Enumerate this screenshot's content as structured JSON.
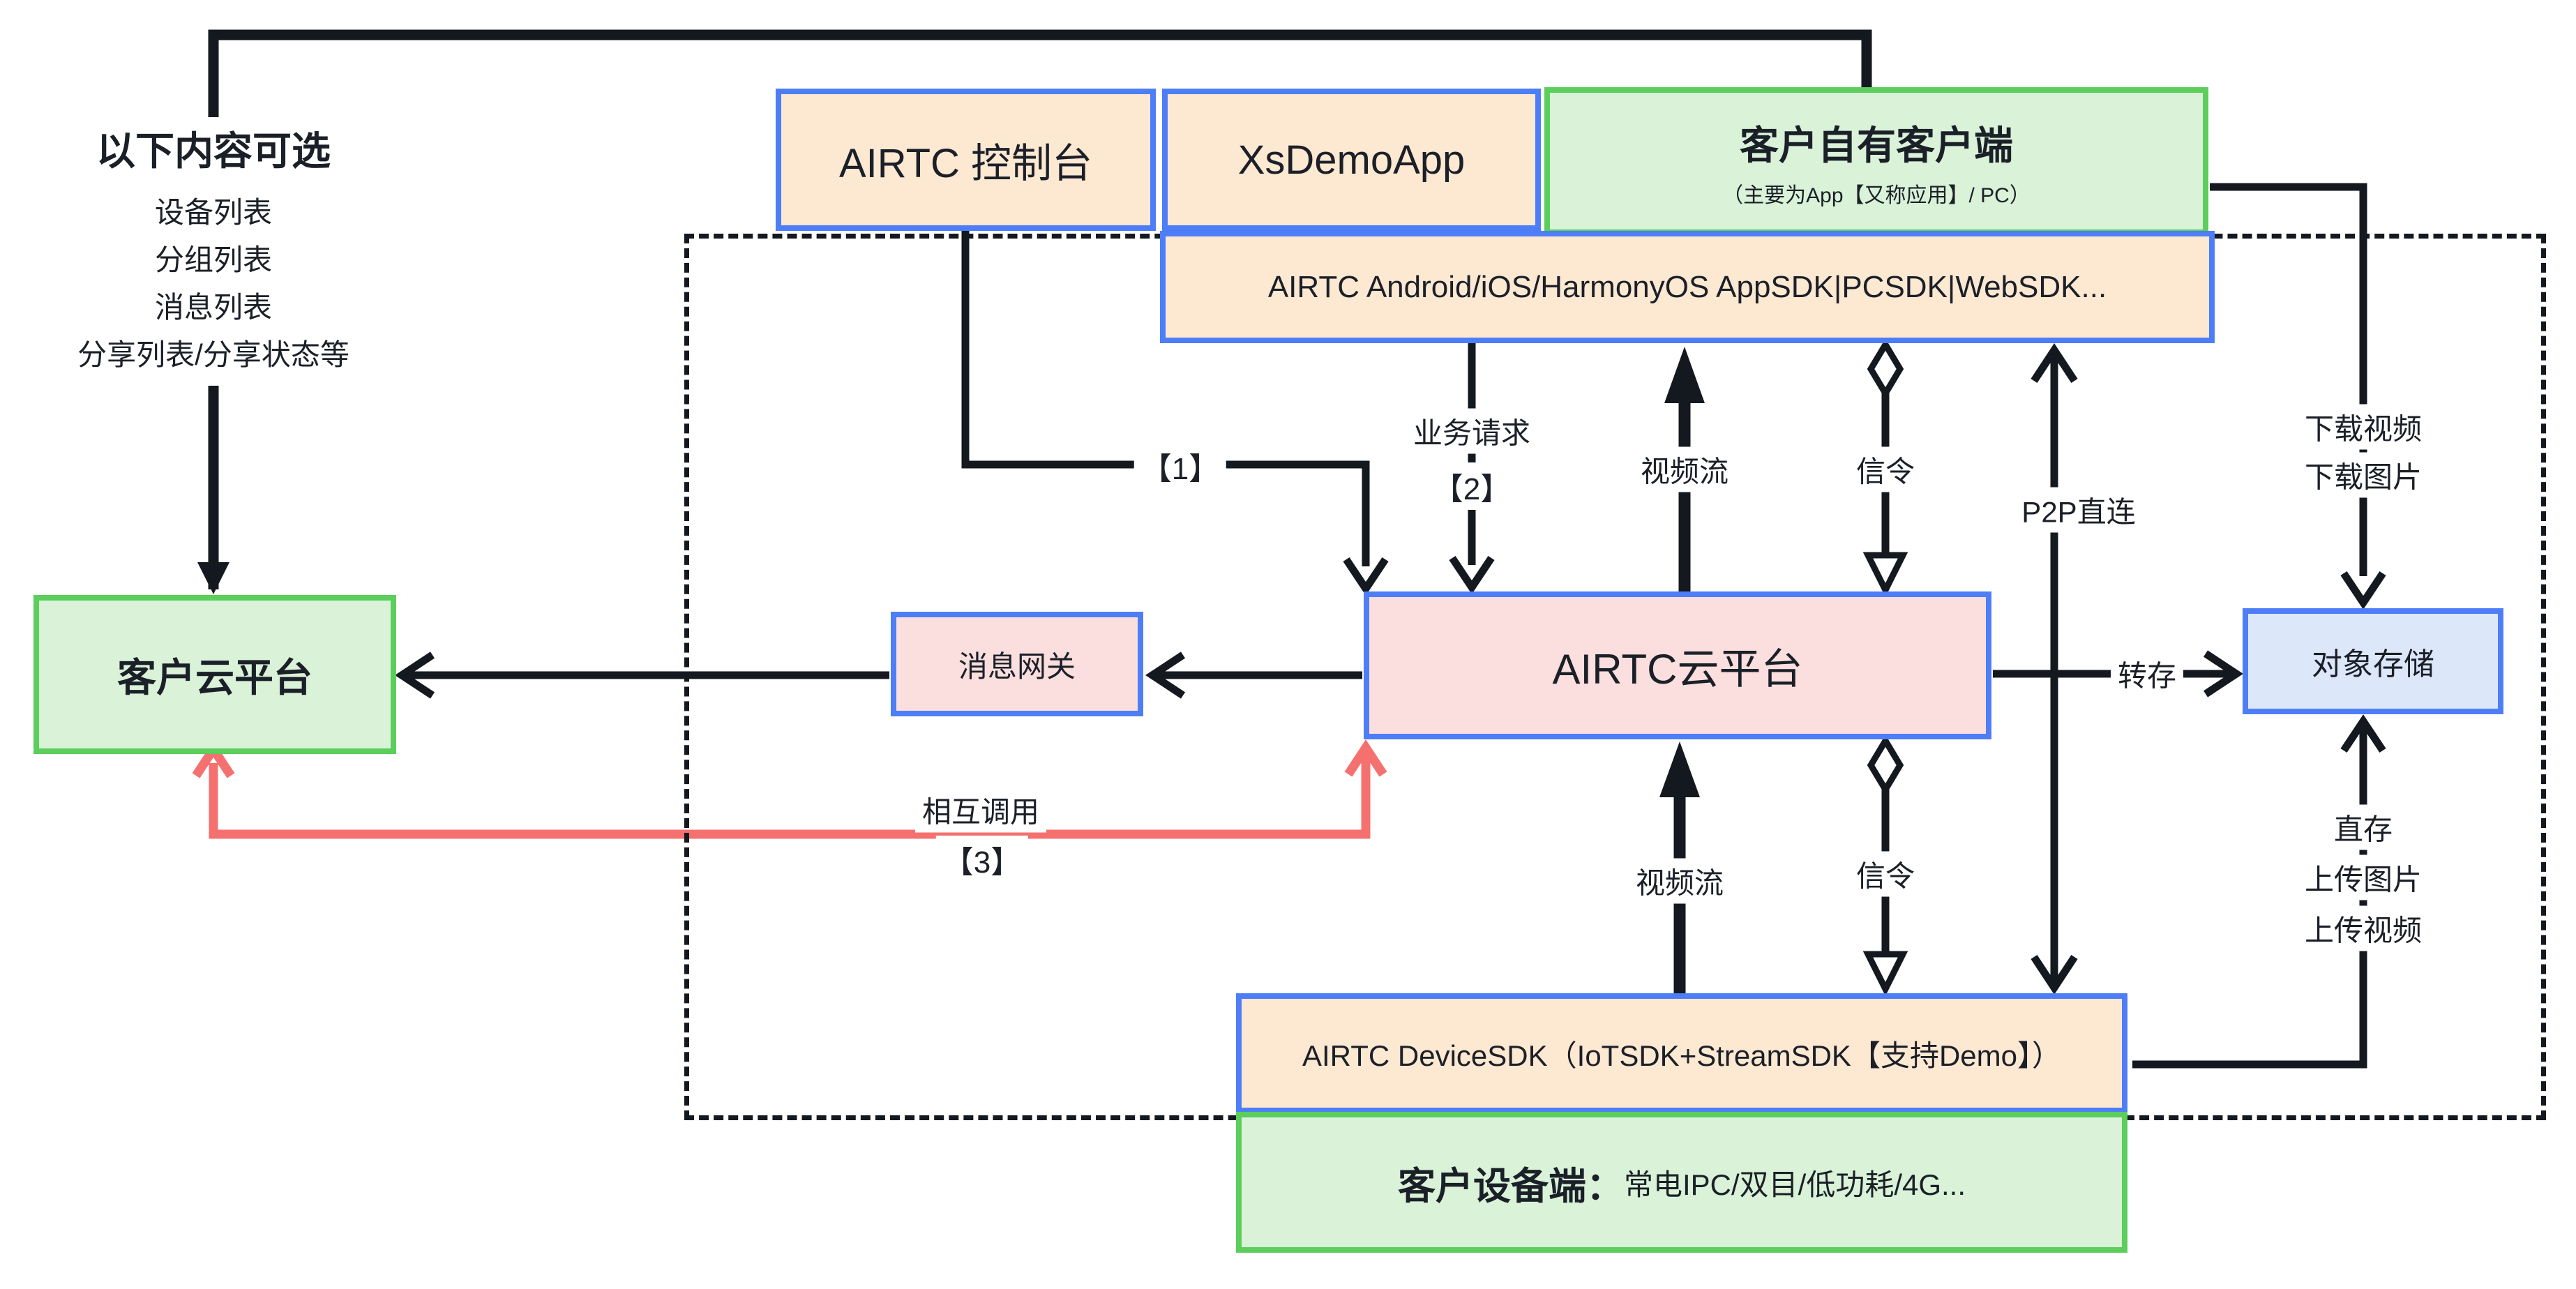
{
  "diagram": {
    "optional_panel": {
      "title": "以下内容可选",
      "items": [
        "设备列表",
        "分组列表",
        "消息列表",
        "分享列表/分享状态等"
      ]
    },
    "boxes": {
      "console": {
        "label": "AIRTC 控制台"
      },
      "xsdemo": {
        "label": "XsDemoApp"
      },
      "client": {
        "title": "客户自有客户端",
        "subtitle": "（主要为App【又称应用】/ PC）"
      },
      "app_sdk": {
        "label": "AIRTC Android/iOS/HarmonyOS AppSDK|PCSDK|WebSDK..."
      },
      "customer_cloud": {
        "label": "客户云平台"
      },
      "msg_gateway": {
        "label": "消息网关"
      },
      "airtc_cloud": {
        "label": "AIRTC云平台"
      },
      "object_storage": {
        "label": "对象存储"
      },
      "device_sdk": {
        "label": "AIRTC DeviceSDK（IoTSDK+StreamSDK【支持Demo】）"
      },
      "device": {
        "title": "客户设备端：",
        "subtitle": "常电IPC/双目/低功耗/4G..."
      }
    },
    "edge_labels": {
      "ref1": "【1】",
      "biz_request": "业务请求",
      "ref2": "【2】",
      "video_up": "视频流",
      "signal_up": "信令",
      "p2p": "P2P直连",
      "download_video": "下载视频",
      "download_image": "下载图片",
      "transfer": "转存",
      "mutual_call": "相互调用",
      "ref3": "【3】",
      "video_down": "视频流",
      "signal_down": "信令",
      "direct_store": "直存",
      "upload_image": "上传图片",
      "upload_video": "上传视频"
    },
    "colors": {
      "border_blue": "#4e7ef7",
      "border_green": "#5bce5b",
      "fill_peach": "#fde8d2",
      "fill_pink": "#fbdede",
      "fill_green": "#d9f2d8",
      "fill_lightblue": "#dce7fa",
      "line_black": "#14181f",
      "line_red": "#f4716f"
    }
  }
}
